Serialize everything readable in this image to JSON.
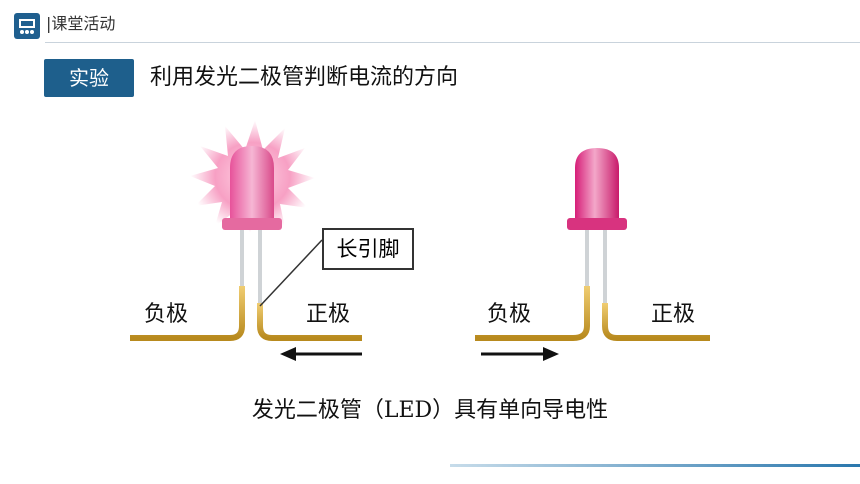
{
  "header": {
    "section": "|课堂活动"
  },
  "badge": "实验",
  "title": "利用发光二极管判断电流的方向",
  "left_figure": {
    "negative_label": "负极",
    "positive_label": "正极",
    "callout": "长引脚"
  },
  "right_figure": {
    "negative_label": "负极",
    "positive_label": "正极"
  },
  "caption": "发光二极管（LED）具有单向导电性",
  "colors": {
    "accent": "#1e5f8c",
    "led": "#e0457f",
    "wire": "#d8a63a"
  }
}
